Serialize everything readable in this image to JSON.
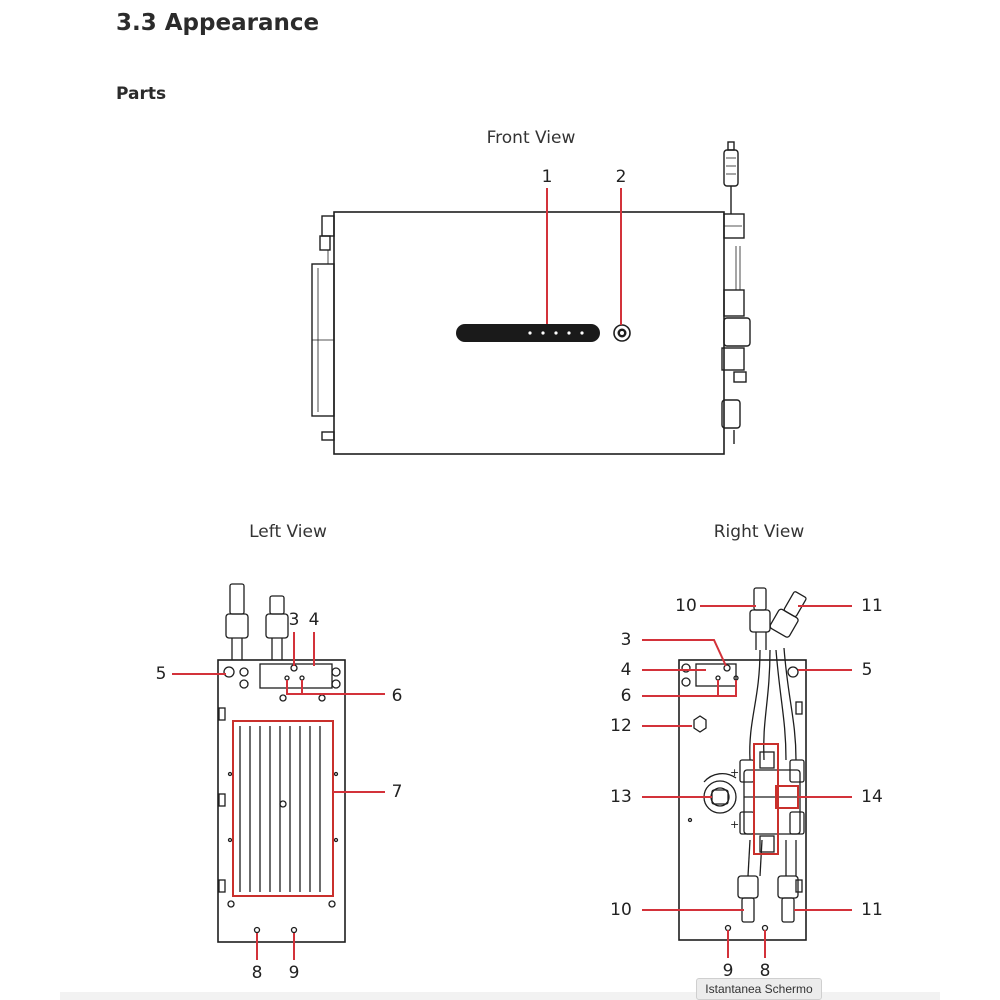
{
  "section": {
    "number_title": "3.3  Appearance"
  },
  "subheading": "Parts",
  "views": {
    "front": "Front View",
    "left": "Left View",
    "right": "Right View"
  },
  "callouts": {
    "front": [
      "1",
      "2"
    ],
    "left": [
      "3",
      "4",
      "5",
      "6",
      "7",
      "8",
      "9"
    ],
    "right": [
      "10",
      "11",
      "3",
      "4",
      "5",
      "6",
      "12",
      "13",
      "14",
      "10",
      "11",
      "9",
      "8"
    ]
  },
  "colors": {
    "leader_line": "#d3323a",
    "drawing_line": "#1e1e1e",
    "highlight_box": "#c9302c"
  },
  "overlay": {
    "tooltip": "Istantanea Schermo"
  }
}
